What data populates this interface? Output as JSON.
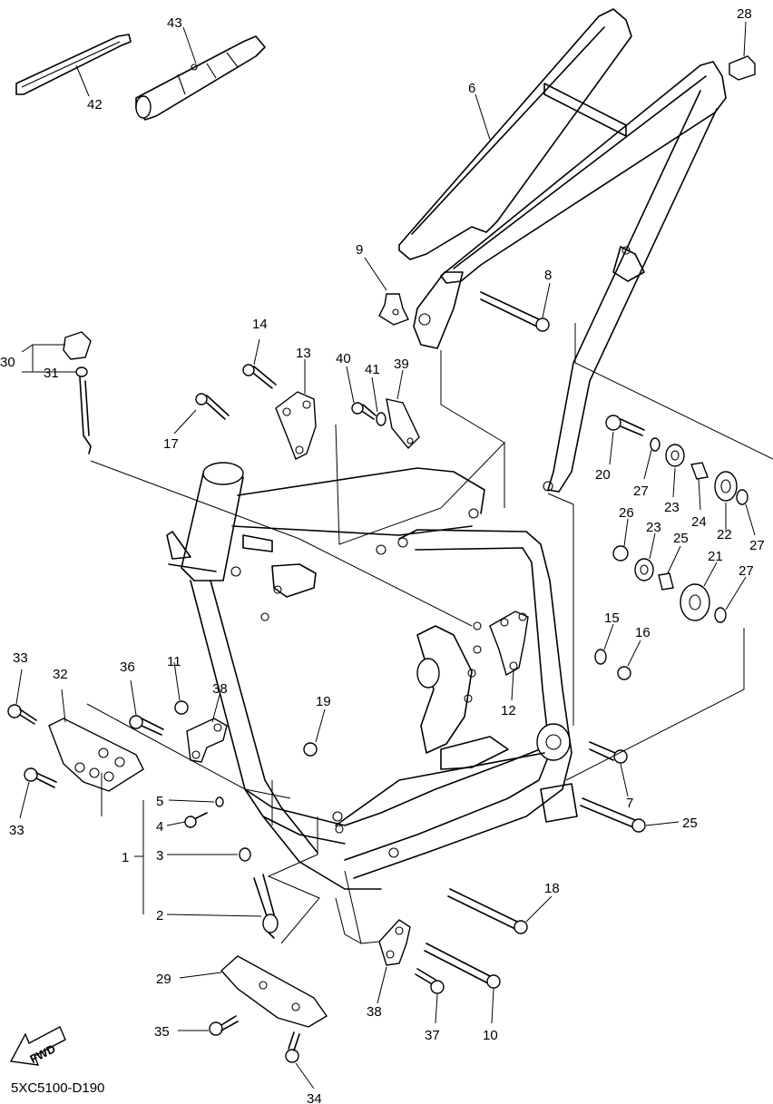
{
  "diagram": {
    "code": "5XC5100-D190",
    "direction_marker": "FWD",
    "labels": [
      "1",
      "2",
      "3",
      "4",
      "5",
      "6",
      "7",
      "8",
      "9",
      "10",
      "11",
      "12",
      "13",
      "14",
      "15",
      "16",
      "17",
      "18",
      "19",
      "20",
      "21",
      "22",
      "23",
      "23",
      "24",
      "24",
      "25",
      "26",
      "27",
      "27",
      "27",
      "28",
      "29",
      "30",
      "31",
      "32",
      "33",
      "33",
      "34",
      "35",
      "36",
      "36",
      "37",
      "38",
      "39",
      "40",
      "41",
      "42",
      "43"
    ]
  }
}
